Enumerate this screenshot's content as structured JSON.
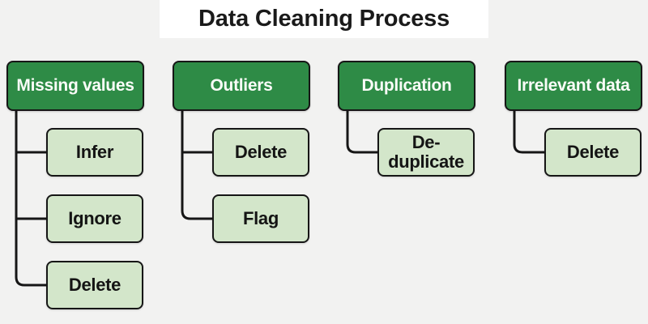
{
  "title": "Data Cleaning Process",
  "colors": {
    "background": "#f2f2f1",
    "title_bg": "#ffffff",
    "title_text": "#1a1a1a",
    "header_bg": "#2e8b46",
    "header_text": "#fafcf8",
    "child_bg": "#d3e6ca",
    "child_text": "#141414",
    "border": "#161616",
    "connector": "#161616"
  },
  "diagram_type": "tree-flowchart",
  "columns": [
    {
      "header": "Missing values",
      "children": [
        "Infer",
        "Ignore",
        "Delete"
      ]
    },
    {
      "header": "Outliers",
      "children": [
        "Delete",
        "Flag"
      ]
    },
    {
      "header": "Duplication",
      "children": [
        "De-duplicate"
      ]
    },
    {
      "header": "Irrelevant data",
      "children": [
        "Delete"
      ]
    }
  ]
}
